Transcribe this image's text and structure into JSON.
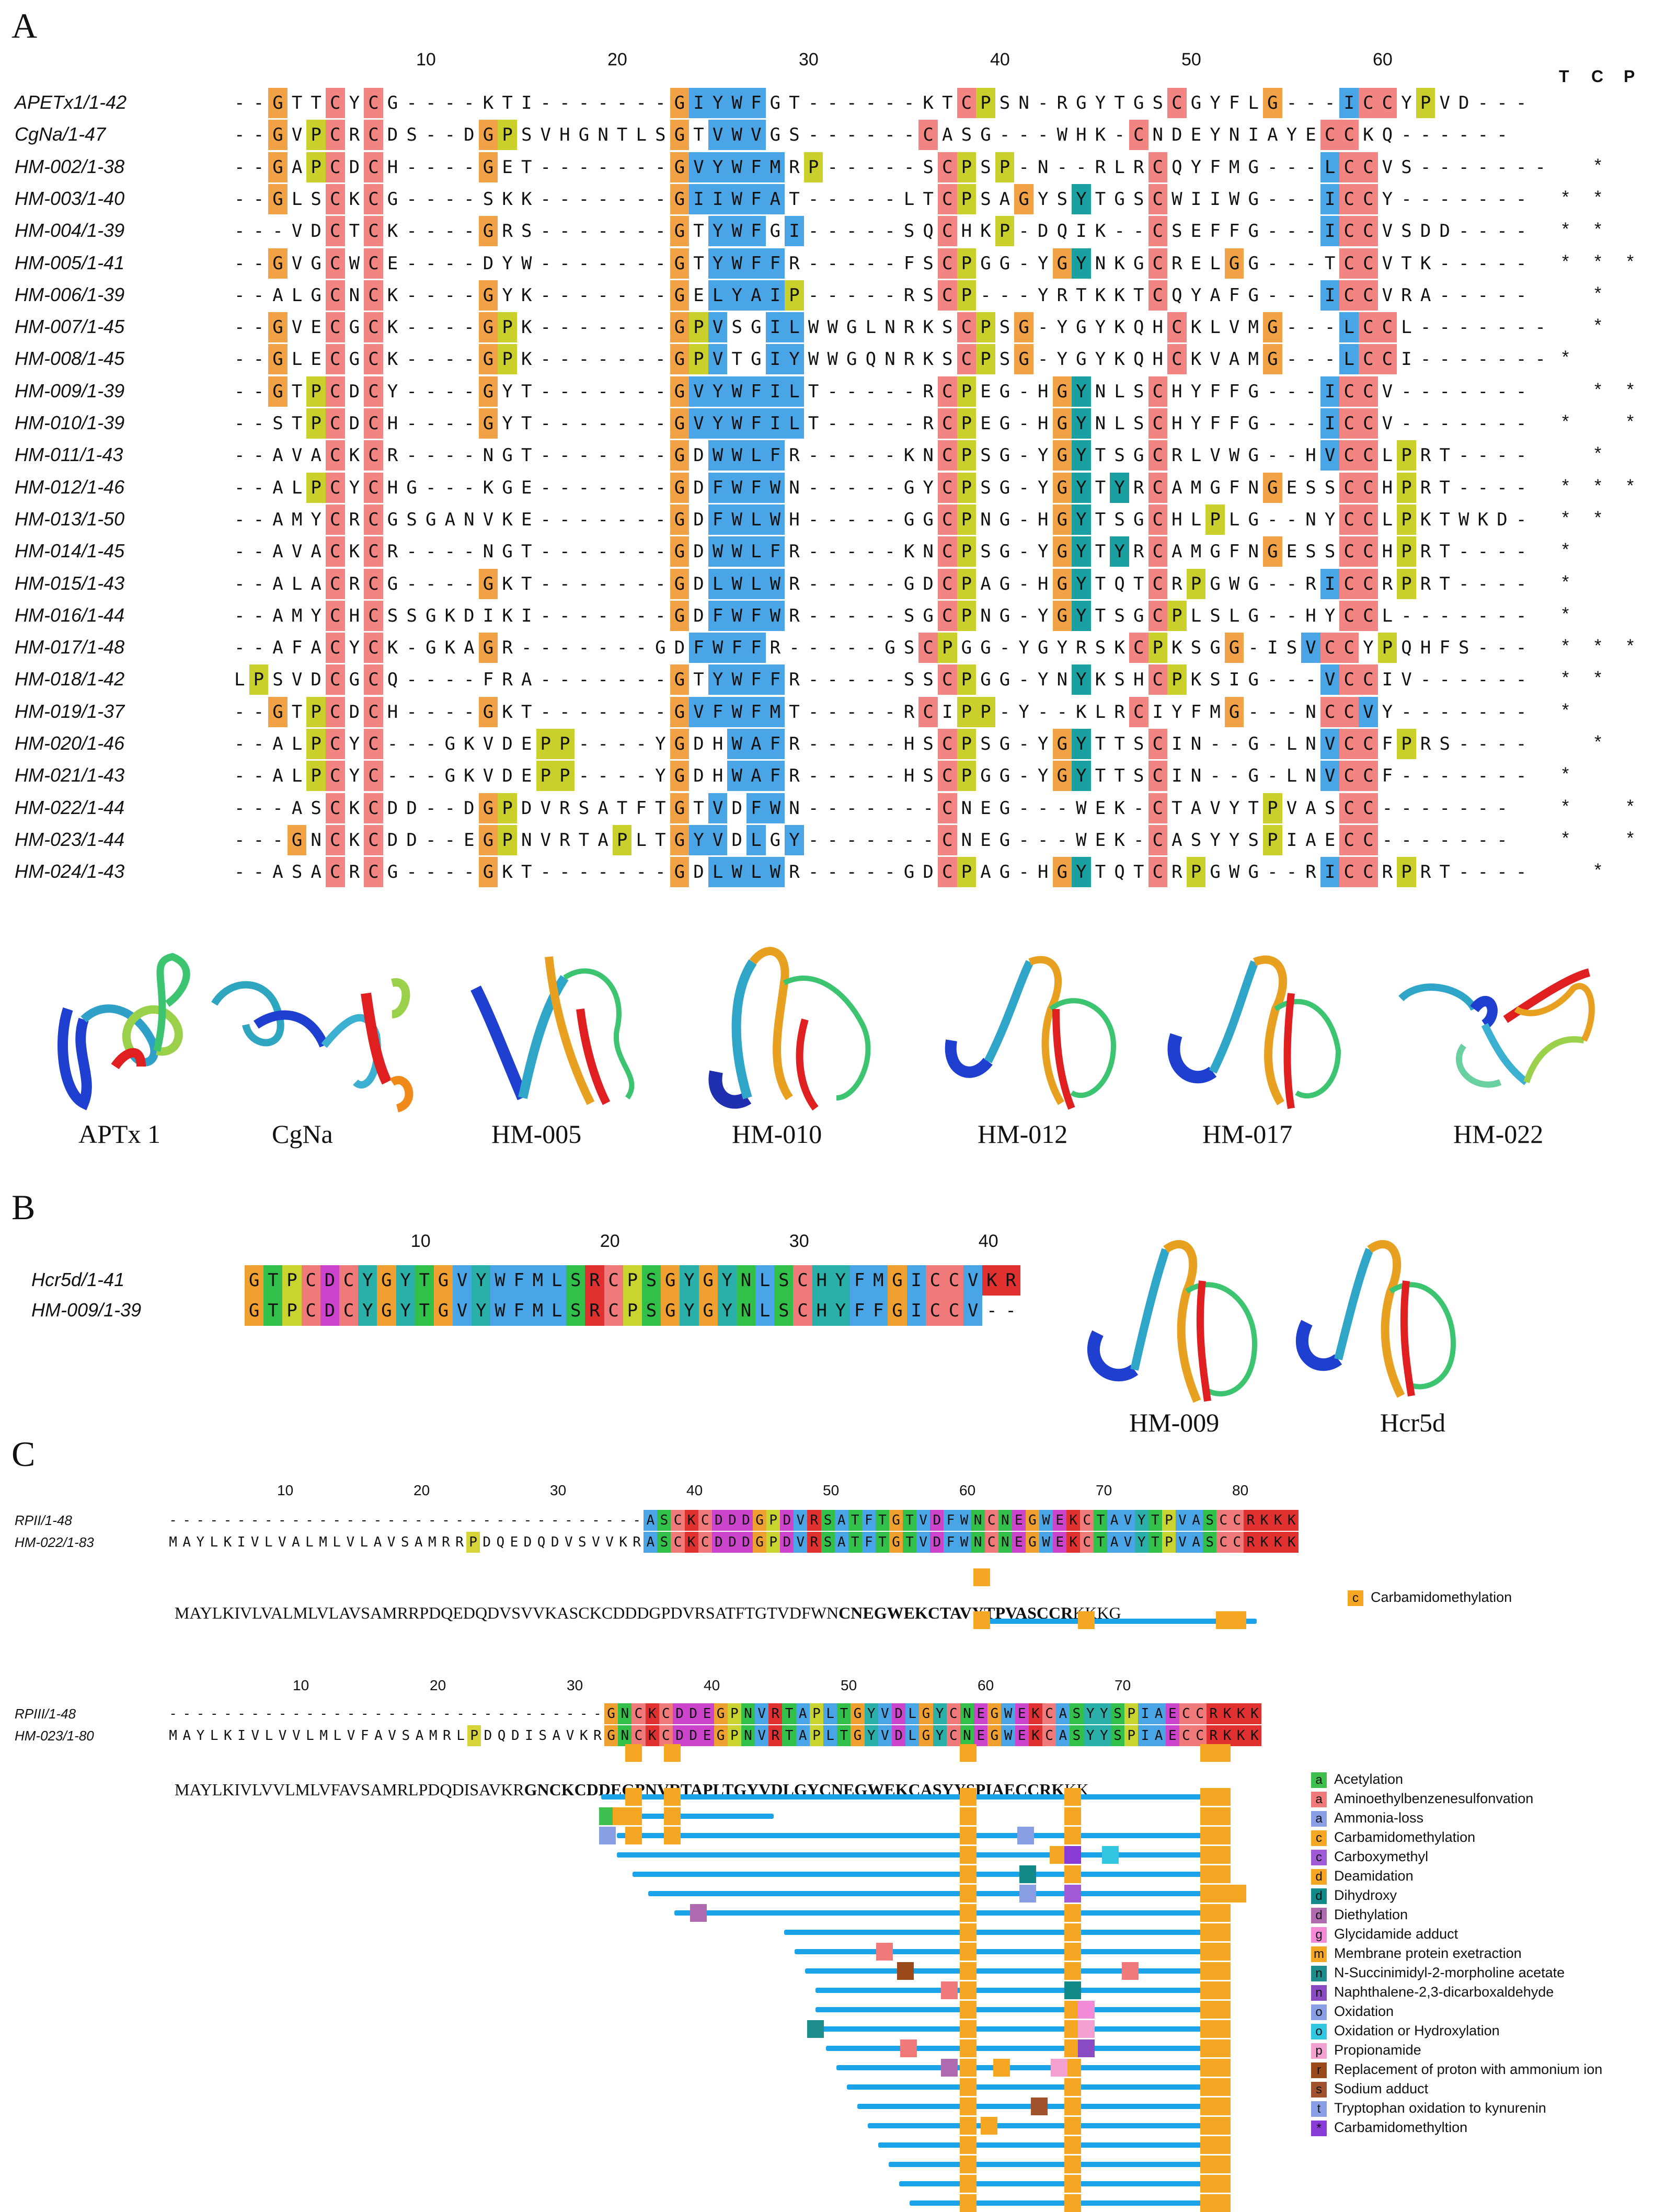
{
  "panelA": {
    "letter": "A",
    "ruler": [
      {
        "num": "10",
        "col": 11
      },
      {
        "num": "20",
        "col": 21
      },
      {
        "num": "30",
        "col": 31
      },
      {
        "num": "40",
        "col": 41
      },
      {
        "num": "50",
        "col": 51
      },
      {
        "num": "60",
        "col": 61
      }
    ],
    "tcp_header": [
      "T",
      "C",
      "P"
    ],
    "rows": [
      {
        "name": "APETx1/1-42",
        "seq": "--GTTCYCG----KTI-------GIYWFGT------KTCPSN-RGYTGSCGYFLG---ICCYPVD---",
        "marks": [
          "",
          "",
          ""
        ]
      },
      {
        "name": "CgNa/1-47",
        "seq": "--GVPCRCDS--DGPSVHGNTLSGTVWVGS------CASG---WHK-CNDEYNIAYECCKQ------",
        "marks": [
          "",
          "",
          ""
        ]
      },
      {
        "name": "HM-002/1-38",
        "seq": "--GAPCDCH----GET-------GVYWFMRP-----SCPSP-N--RLRCQYFMG---LCCVS-------",
        "marks": [
          "",
          "*",
          ""
        ]
      },
      {
        "name": "HM-003/1-40",
        "seq": "--GLSCKCG----SKK-------GIIWFAT-----LTCPSAGYSYTGSCWIIWG---ICCY-------",
        "marks": [
          "*",
          "*",
          ""
        ]
      },
      {
        "name": "HM-004/1-39",
        "seq": "---VDCTCK----GRS-------GTYWFGI-----SQCHKP-DQIK--CSEFFG---ICCVSDD----",
        "marks": [
          "*",
          "*",
          ""
        ]
      },
      {
        "name": "HM-005/1-41",
        "seq": "--GVGCWCE----DYW-------GTYWFFR-----FSCPGG-YGYNKGCRELGG---TCCVTK-----",
        "marks": [
          "*",
          "*",
          "*"
        ]
      },
      {
        "name": "HM-006/1-39",
        "seq": "--ALGCNCK----GYK-------GELYAIP-----RSCP---YRTKKTCQYAFG---ICCVRA-----",
        "marks": [
          "",
          "*",
          ""
        ]
      },
      {
        "name": "HM-007/1-45",
        "seq": "--GVECGCK----GPK-------GPVSGILWWGLNRKSCPSG-YGYKQHCKLVMG---LCCL-------",
        "marks": [
          "",
          "*",
          ""
        ]
      },
      {
        "name": "HM-008/1-45",
        "seq": "--GLECGCK----GPK-------GPVTGIYWWGQNRKSCPSG-YGYKQHCKVAMG---LCCI-------",
        "marks": [
          "*",
          "",
          ""
        ]
      },
      {
        "name": "HM-009/1-39",
        "seq": "--GTPCDCY----GYT-------GVYWFILT-----RCPEG-HGYNLSCHYFFG---ICCV-------",
        "marks": [
          "",
          "*",
          "*"
        ]
      },
      {
        "name": "HM-010/1-39",
        "seq": "--STPCDCH----GYT-------GVYWFILT-----RCPEG-HGYNLSCHYFFG---ICCV-------",
        "marks": [
          "*",
          "",
          "*"
        ]
      },
      {
        "name": "HM-011/1-43",
        "seq": "--AVACKCR----NGT-------GDWWLFR-----KNCPSG-YGYTSGCRLVWG--HVCCLPRT----",
        "marks": [
          "",
          "*",
          ""
        ]
      },
      {
        "name": "HM-012/1-46",
        "seq": "--ALPCYCHG---KGE-------GDFWFWN-----GYCPSG-YGYTYRCAMGFNGESSCCHPRT----",
        "marks": [
          "*",
          "*",
          "*"
        ]
      },
      {
        "name": "HM-013/1-50",
        "seq": "--AMYCRCGSGANVKE-------GDFWLWH-----GGCPNG-HGYTSGCHLPLG--NYCCLPKTWKD-",
        "marks": [
          "*",
          "*",
          ""
        ]
      },
      {
        "name": "HM-014/1-45",
        "seq": "--AVACKCR----NGT-------GDWWLFR-----KNCPSG-YGYTYRCAMGFNGESSCCHPRT----",
        "marks": [
          "*",
          "",
          ""
        ]
      },
      {
        "name": "HM-015/1-43",
        "seq": "--ALACRCG----GKT-------GDLWLWR-----GDCPAG-HGYTQTCRPGWG--RICCRPRT----",
        "marks": [
          "*",
          "",
          ""
        ]
      },
      {
        "name": "HM-016/1-44",
        "seq": "--AMYCHCSSGKDIKI-------GDFWFWR-----SGCPNG-YGYTSGCPLSLG--HYCCL-------",
        "marks": [
          "*",
          "",
          ""
        ]
      },
      {
        "name": "HM-017/1-48",
        "seq": "--AFACYCK-GKAGR-------GDFWFFR-----GSCPGG-YGYRSKCPKSGG-ISVCCYPQHFS---",
        "marks": [
          "*",
          "*",
          "*"
        ]
      },
      {
        "name": "HM-018/1-42",
        "seq": "LPSVDCGCQ----FRA-------GTYWFFR-----SSCPGG-YNYKSHCPKSIG---VCCIV------",
        "marks": [
          "*",
          "*",
          ""
        ]
      },
      {
        "name": "HM-019/1-37",
        "seq": "--GTPCDCH----GKT-------GVFWFMT-----RCIPP-Y--KLRCIYFMG---NCCVY-------",
        "marks": [
          "*",
          "",
          ""
        ]
      },
      {
        "name": "HM-020/1-46",
        "seq": "--ALPCYC---GKVDEPP----YGDHWAFR-----HSCPSG-YGYTTSCIN--G-LNVCCFPRS----",
        "marks": [
          "",
          "*",
          ""
        ]
      },
      {
        "name": "HM-021/1-43",
        "seq": "--ALPCYC---GKVDEPP----YGDHWAFR-----HSCPGG-YGYTTSCIN--G-LNVCCF-------",
        "marks": [
          "*",
          "",
          ""
        ]
      },
      {
        "name": "HM-022/1-44",
        "seq": "---ASCKCDD--DGPDVRSATFTGTVDFWN-------CNEG---WEK-CTAVYTPVASCC-------",
        "marks": [
          "*",
          "",
          "*"
        ]
      },
      {
        "name": "HM-023/1-44",
        "seq": "---GNCKCDD--EGPNVRTAPLTGYVDLGY-------CNEG---WEK-CASYYSPIAECC-------",
        "marks": [
          "*",
          "",
          "*"
        ]
      },
      {
        "name": "HM-024/1-43",
        "seq": "--ASACRCG----GKT-------GDLWLWR-----GDCPAG-HGYTQTCRPGWG--RICCRPRT----",
        "marks": [
          "",
          "*",
          ""
        ]
      }
    ],
    "structures": [
      "APTx 1",
      "CgNa",
      "HM-005",
      "HM-010",
      "HM-012",
      "HM-017",
      "HM-022"
    ]
  },
  "panelB": {
    "letter": "B",
    "ruler": [
      {
        "num": "10",
        "col": 10
      },
      {
        "num": "20",
        "col": 20
      },
      {
        "num": "30",
        "col": 30
      },
      {
        "num": "40",
        "col": 40
      }
    ],
    "rows": [
      {
        "name": "Hcr5d/1-41",
        "seq": "GTPCDCYGYTGVYWFMLSRCPSGYGYNLSCHYFMGICCVKR"
      },
      {
        "name": "HM-009/1-39",
        "seq": "GTPCDCYGYTGVYWFMLSRCPSGYGYNLSCHYFFGICCV--"
      }
    ],
    "structures": [
      "HM-009",
      "Hcr5d"
    ]
  },
  "panelC": {
    "letter": "C",
    "top": {
      "ruler": [
        "10",
        "20",
        "30",
        "40",
        "50",
        "60",
        "70",
        "80"
      ],
      "rows": [
        {
          "name": "RPII/1-48",
          "seq": "-----------------------------------ASCKCDDDGPDVRSATFTGTVDFWNCNEGWEKCTAVYTPVASCCRKKK"
        },
        {
          "name": "HM-022/1-83",
          "seq": "MAYLKIVLVALMLVLAVSAMRRPDQEDQDVSVVKRASCKCDDDGPDVRSATFTGTVDFWNCNEGWEKCTAVYTPVASCCRKKK"
        }
      ],
      "full_plain": "MAYLKIVLVALMLVLAVSAMRRPDQEDQDVSVVKASCKCDDDGPDVRSATFTGTVDFWN",
      "full_bold": "CNEGWEKCTAVYTPVASCCR",
      "full_tail": "KKKG",
      "legend_label": "Carbamidomethylation",
      "legend_code": "c"
    },
    "bottom": {
      "ruler": [
        "10",
        "20",
        "30",
        "40",
        "50",
        "60",
        "70"
      ],
      "rows": [
        {
          "name": "RPIII/1-48",
          "seq": "--------------------------------GNCKCDDEGPNVRTAPLTGYVDLGYCNEGWEKCASYYSPIAECCRKKK"
        },
        {
          "name": "HM-023/1-80",
          "seq": "MAYLKIVLVVLMLVFAVSAMRLPDQDISAVKRGNCKCDDEGPNVRTAPLTGYVDLGYCNEGWEKCASYYSPIAECCRKKK"
        }
      ],
      "full_plain": "MAYLKIVLVVLMLVFAVSAMRLPDQDISAVKR",
      "full_bold": "GNCKCDDEGPNVRTAPLTGYVDLGYCNEGWEKCASYYSPIAECCRK",
      "full_tail": "KK",
      "legend": [
        {
          "code": "a",
          "label": "Acetylation",
          "color": "#3fbf4f"
        },
        {
          "code": "a",
          "label": "Aminoethylbenzenesulfonvation",
          "color": "#f07a7a"
        },
        {
          "code": "a",
          "label": "Ammonia-loss",
          "color": "#8a9ee6"
        },
        {
          "code": "c",
          "label": "Carbamidomethylation",
          "color": "#f5a623"
        },
        {
          "code": "c",
          "label": "Carboxymethyl",
          "color": "#a15ad6"
        },
        {
          "code": "d",
          "label": "Deamidation",
          "color": "#f5a623"
        },
        {
          "code": "d",
          "label": "Dihydroxy",
          "color": "#138a8a"
        },
        {
          "code": "d",
          "label": "Diethylation",
          "color": "#b06ab0"
        },
        {
          "code": "g",
          "label": "Glycidamide adduct",
          "color": "#f28ad8"
        },
        {
          "code": "m",
          "label": "Membrane protein exetraction",
          "color": "#f5a623"
        },
        {
          "code": "n",
          "label": "N-Succinimidyl-2-morpholine acetate",
          "color": "#1f8c8c"
        },
        {
          "code": "n",
          "label": "Naphthalene-2,3-dicarboxaldehyde",
          "color": "#8a4ac2"
        },
        {
          "code": "o",
          "label": "Oxidation",
          "color": "#8a9ee6"
        },
        {
          "code": "o",
          "label": "Oxidation or Hydroxylation",
          "color": "#33c6e0"
        },
        {
          "code": "p",
          "label": "Propionamide",
          "color": "#f2a0d0"
        },
        {
          "code": "r",
          "label": "Replacement of proton with ammonium ion",
          "color": "#9a4a1a"
        },
        {
          "code": "s",
          "label": "Sodium adduct",
          "color": "#a0522d"
        },
        {
          "code": "t",
          "label": "Tryptophan oxidation to kynurenin",
          "color": "#8a9ee6"
        },
        {
          "code": "*",
          "label": "Carbamidomethyltion",
          "color": "#8a3ad6"
        }
      ]
    }
  }
}
